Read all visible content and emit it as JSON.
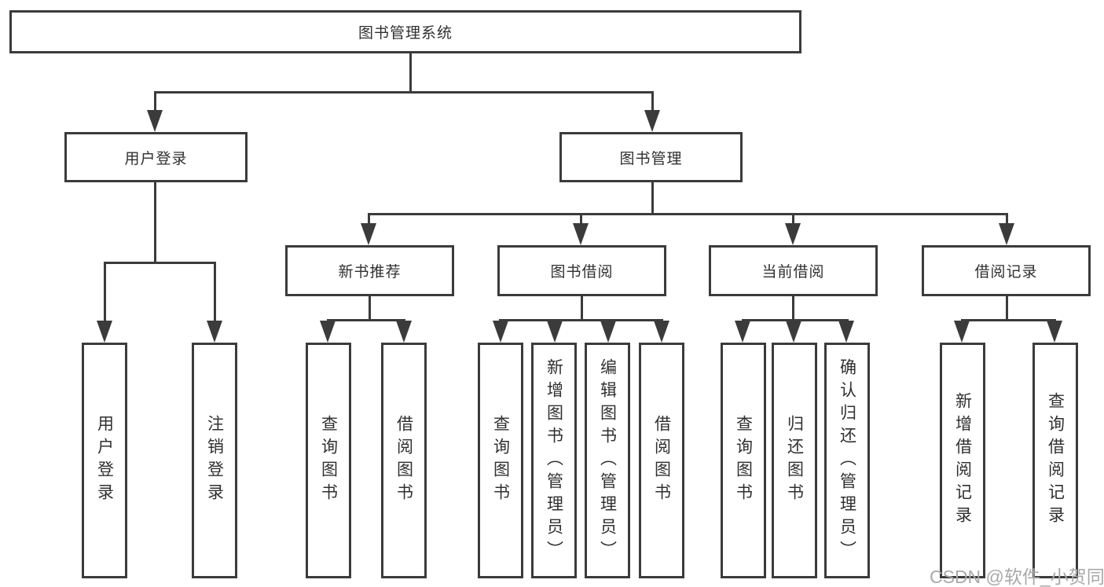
{
  "diagram": {
    "root": {
      "label": "图书管理系统"
    },
    "level2": [
      {
        "label": "用户登录"
      },
      {
        "label": "图书管理"
      }
    ],
    "level3": [
      {
        "label": "新书推荐"
      },
      {
        "label": "图书借阅"
      },
      {
        "label": "当前借阅"
      },
      {
        "label": "借阅记录"
      }
    ],
    "leaves": {
      "user_login": [
        "用户登录",
        "注销登录"
      ],
      "new_book": [
        "查询图书",
        "借阅图书"
      ],
      "book_borrow": [
        "查询图书",
        "新增图书（管理员）",
        "编辑图书（管理员）",
        "借阅图书"
      ],
      "current_borrow": [
        "查询图书",
        "归还图书",
        "确认归还（管理员）"
      ],
      "borrow_records": [
        "新增借阅记录",
        "查询借阅记录"
      ]
    },
    "watermark": "CSDN @软件_小贺同学",
    "colors": {
      "line": "#3b3b3b",
      "text": "#303030",
      "watermark": "#a9a9a9",
      "background": "#ffffff"
    }
  }
}
